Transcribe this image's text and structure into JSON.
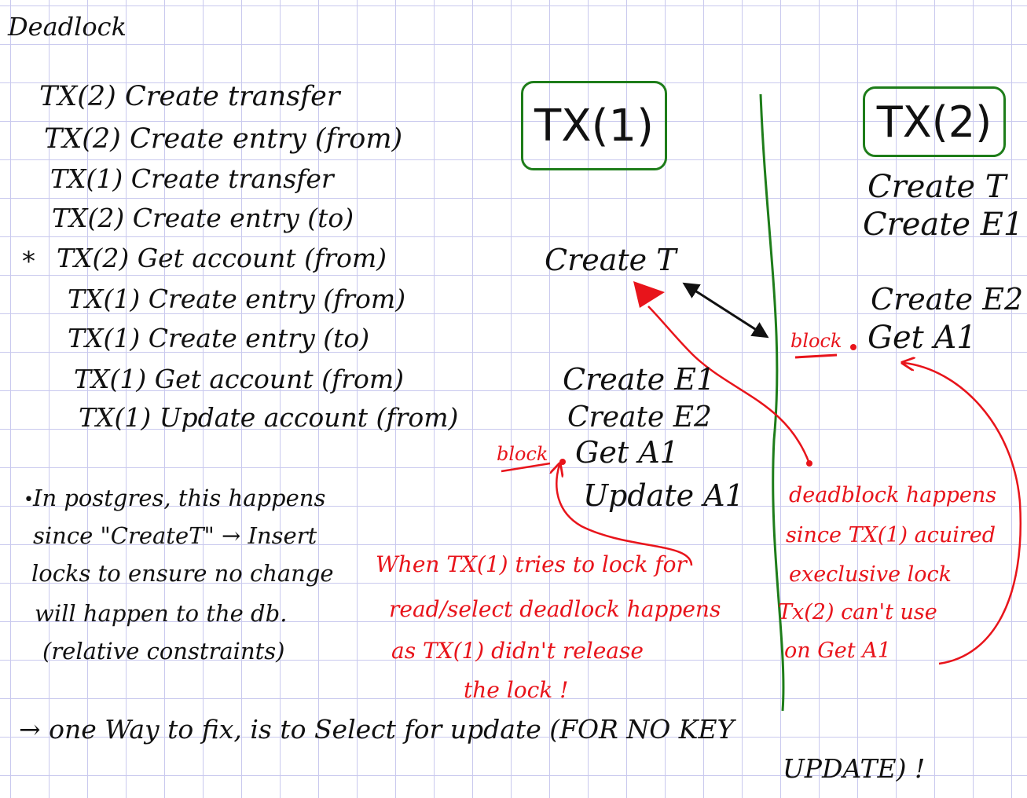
{
  "colors": {
    "ink": "#111111",
    "red": "#e8141b",
    "green": "#1e7d1a",
    "grid": "#c9c9ee"
  },
  "title": "Deadlock",
  "sequence": {
    "lines": [
      "TX(2) Create transfer",
      "TX(2) Create entry (from)",
      "TX(1) Create transfer",
      "TX(2) Create entry (to)",
      "TX(2) Get account (from)",
      "TX(1) Create entry (from)",
      "TX(1) Create entry (to)",
      "TX(1) Get account (from)",
      "TX(1) Update account (from)"
    ],
    "star_marker": "*"
  },
  "tx1": {
    "label": "TX(1)",
    "create_t": "Create T",
    "steps": [
      "Create E1",
      "Create E2",
      "Get A1",
      "Update A1"
    ],
    "block_label": "block"
  },
  "tx2": {
    "label": "TX(2)",
    "steps_top": [
      "Create T",
      "Create E1"
    ],
    "steps_bottom": [
      "Create E2",
      "Get A1"
    ],
    "block_label": "block"
  },
  "postgres_note": {
    "bullet": "•",
    "lines": [
      "In postgres, this happens",
      "since \"CreateT\" → Insert",
      "locks to ensure no change",
      "will happen to the db.",
      "(relative constraints)"
    ]
  },
  "red_note_center": {
    "lines": [
      "When TX(1) tries to lock for",
      "read/select deadlock happens",
      "as TX(1) didn't release",
      "the lock !"
    ]
  },
  "red_note_right": {
    "lines": [
      "deadblock happens",
      "since TX(1) acuired",
      "execlusive lock",
      "Tx(2) can't use",
      "on Get A1"
    ]
  },
  "fix_note": {
    "line1": "→ one Way to fix, is to Select for update (FOR NO KEY",
    "line2": "UPDATE) !"
  }
}
